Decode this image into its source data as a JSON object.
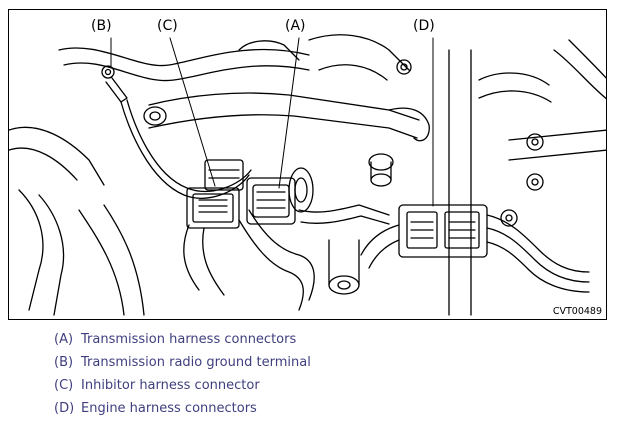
{
  "figure": {
    "callouts": [
      {
        "key": "B",
        "label": "(B)"
      },
      {
        "key": "C",
        "label": "(C)"
      },
      {
        "key": "A",
        "label": "(A)"
      },
      {
        "key": "D",
        "label": "(D)"
      }
    ],
    "figure_id": "CVT00489"
  },
  "legend": [
    {
      "key": "(A)",
      "text": "Transmission harness connectors"
    },
    {
      "key": "(B)",
      "text": "Transmission radio ground terminal"
    },
    {
      "key": "(C)",
      "text": "Inhibitor harness connector"
    },
    {
      "key": "(D)",
      "text": "Engine harness connectors"
    }
  ],
  "colors": {
    "legend_text": "#3f3f7f",
    "line_art": "#000000"
  }
}
